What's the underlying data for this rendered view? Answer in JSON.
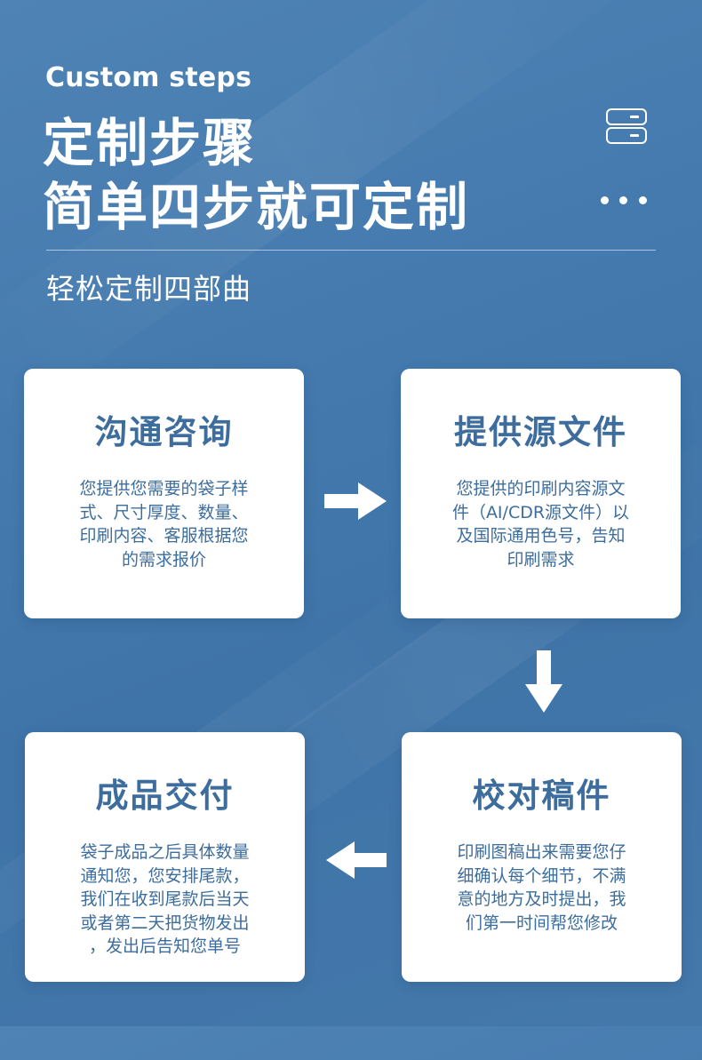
{
  "header": {
    "subtitle_en": "Custom steps",
    "title_line1": "定制步骤",
    "title_line2": "简单四步就可定制",
    "tagline": "轻松定制四部曲"
  },
  "steps": [
    {
      "title": "沟通咨询",
      "lines": [
        "您提供您需要的袋子样",
        "式、尺寸厚度、数量、",
        "印刷内容、客服根据您",
        "的需求报价"
      ]
    },
    {
      "title": "提供源文件",
      "lines": [
        "您提供的印刷内容源文",
        "件（AI/CDR源文件）以",
        "及国际通用色号，告知",
        "印刷需求"
      ]
    },
    {
      "title": "成品交付",
      "lines": [
        "袋子成品之后具体数量",
        "通知您，您安排尾款，",
        "我们在收到尾款后当天",
        "或者第二天把货物发出",
        "，发出后告知您单号"
      ]
    },
    {
      "title": "校对稿件",
      "lines": [
        "印刷图稿出来需要您仔",
        "细确认每个细节，不满",
        "意的地方及时提出，我",
        "们第一时间帮您修改"
      ]
    }
  ],
  "icons": {
    "top_right": "server-icon",
    "menu": "more-dots-icon",
    "flow_arrows": [
      "arrow-right-icon",
      "arrow-down-icon",
      "arrow-left-icon"
    ]
  },
  "colors": {
    "background": "#4479ad",
    "card": "#ffffff",
    "card_text": "#3d6d9c",
    "header_text": "#ffffff"
  }
}
